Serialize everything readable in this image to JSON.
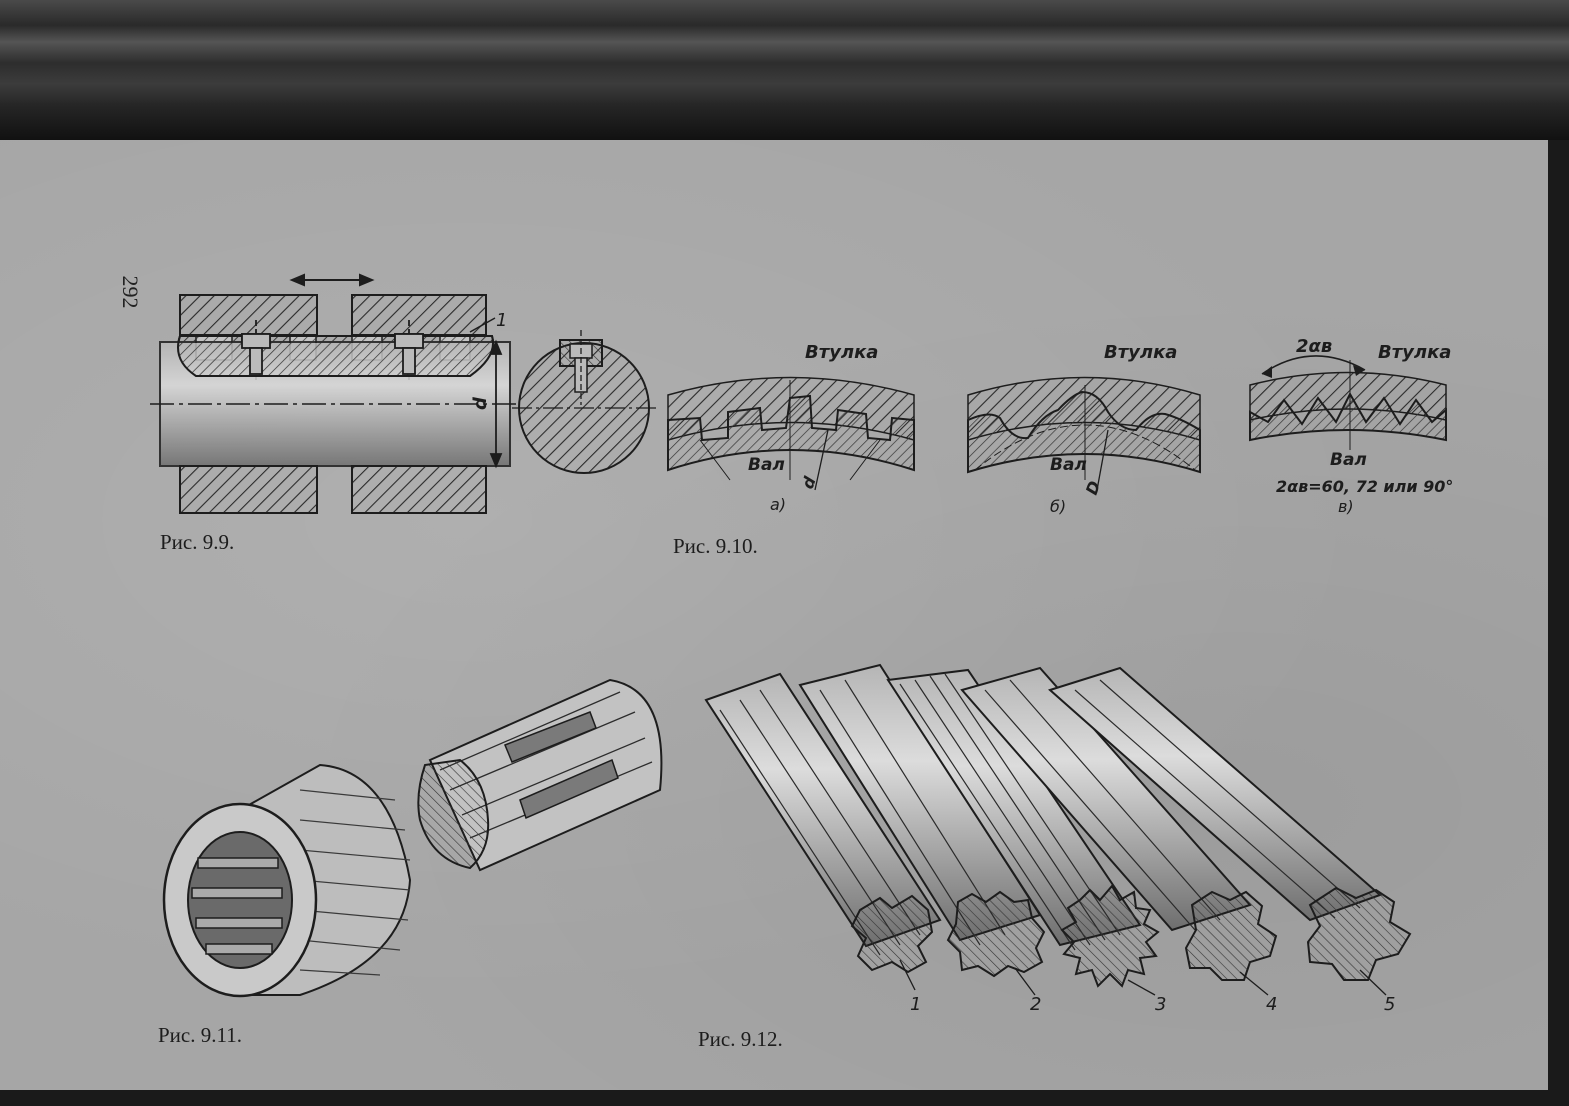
{
  "page_number": "292",
  "figures": {
    "fig_9_9": {
      "caption": "Рис. 9.9.",
      "labels": {
        "part": "1",
        "diameter": "d"
      }
    },
    "fig_9_10": {
      "caption": "Рис. 9.10.",
      "labels": {
        "sleeve": "Втулка",
        "shaft": "Вал",
        "sub_a": "а)",
        "sub_b": "б)",
        "sub_v": "в)",
        "diam_a": "d",
        "diam_b": "D",
        "angle": "2αв",
        "angle_note": "2αв=60, 72 или 90°"
      }
    },
    "fig_9_11": {
      "caption": "Рис. 9.11."
    },
    "fig_9_12": {
      "caption": "Рис. 9.12.",
      "shaft_numbers": [
        "1",
        "2",
        "3",
        "4",
        "5"
      ]
    }
  }
}
